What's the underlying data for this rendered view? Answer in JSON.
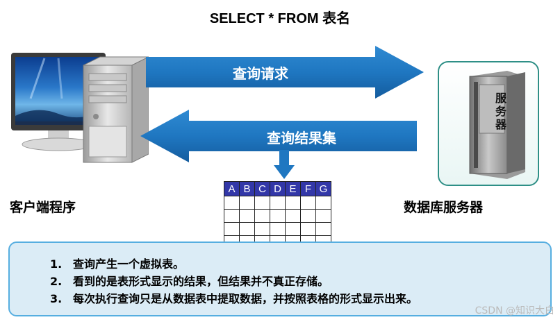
{
  "title": "SELECT * FROM 表名",
  "arrows": {
    "request": "查询请求",
    "result": "查询结果集"
  },
  "client_label": "客户端程序",
  "server_label": "数据库服务器",
  "server_box_text": [
    "服",
    "务",
    "器"
  ],
  "table": {
    "columns": [
      "A",
      "B",
      "C",
      "D",
      "E",
      "F",
      "G"
    ],
    "empty_rows": 4
  },
  "notes": [
    {
      "num": "1.",
      "text": "查询产生一个虚拟表。"
    },
    {
      "num": "2.",
      "text": "看到的是表形式显示的结果，但结果并不真正存储。"
    },
    {
      "num": "3.",
      "text": "每次执行查询只是从数据表中提取数据，并按照表格的形式显示出来。"
    }
  ],
  "watermark": "CSDN @知识大白"
}
